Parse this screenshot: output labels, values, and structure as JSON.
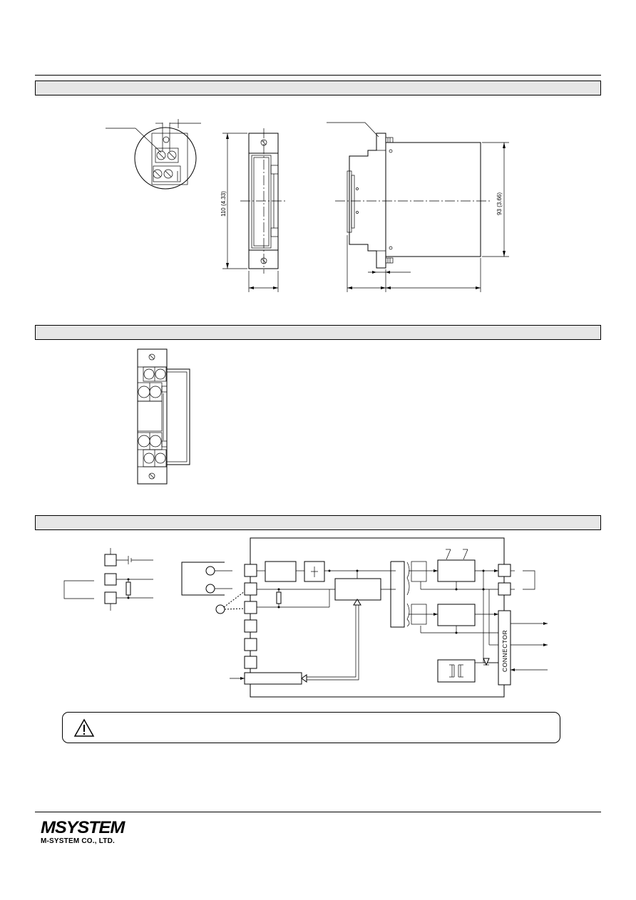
{
  "dimension_labels": {
    "height_total": "110 (4.33)",
    "height_side": "93 (3.66)"
  },
  "block_diagram": {
    "connector_label": "CONNECTOR"
  },
  "logo": {
    "brand": "MSYSTEM",
    "company": "M-SYSTEM CO., LTD."
  },
  "icons": {
    "warning": "warning-triangle-icon"
  }
}
